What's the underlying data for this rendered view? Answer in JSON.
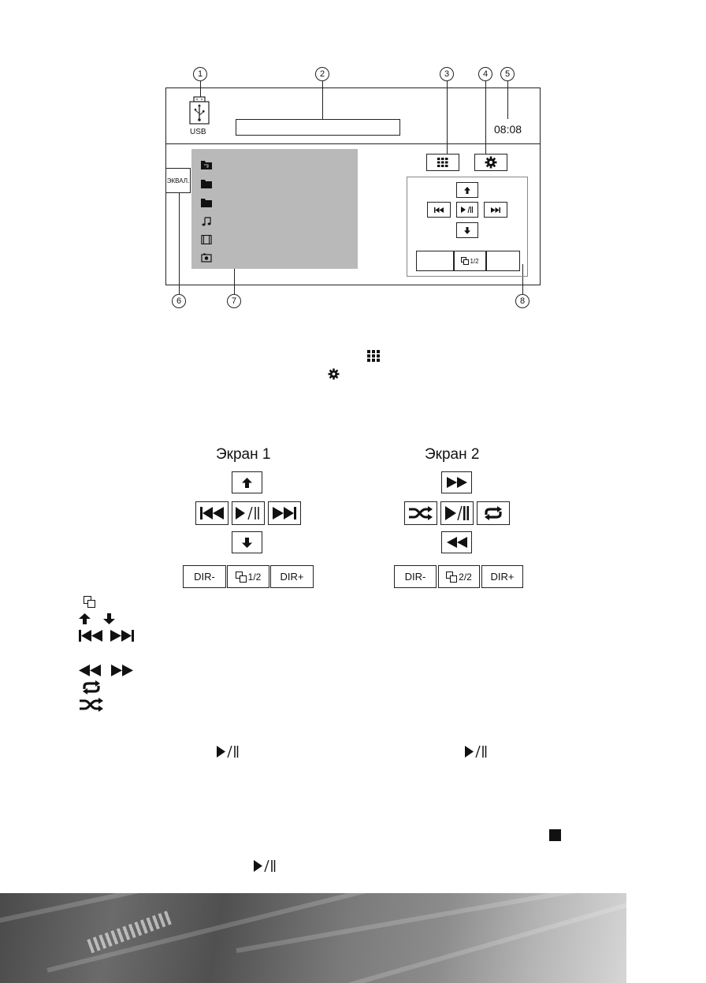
{
  "diagram": {
    "callouts": [
      "1",
      "2",
      "3",
      "4",
      "5",
      "6",
      "7",
      "8"
    ],
    "source_label": "USB",
    "time": "08:08",
    "eq_button": "ЭКВАЛ.",
    "page_indicator": "1/2"
  },
  "screens": [
    {
      "title": "Экран 1",
      "dir_minus": "DIR-",
      "page": "1/2",
      "dir_plus": "DIR+"
    },
    {
      "title": "Экран 2",
      "dir_minus": "DIR-",
      "page": "2/2",
      "dir_plus": "DIR+"
    }
  ]
}
